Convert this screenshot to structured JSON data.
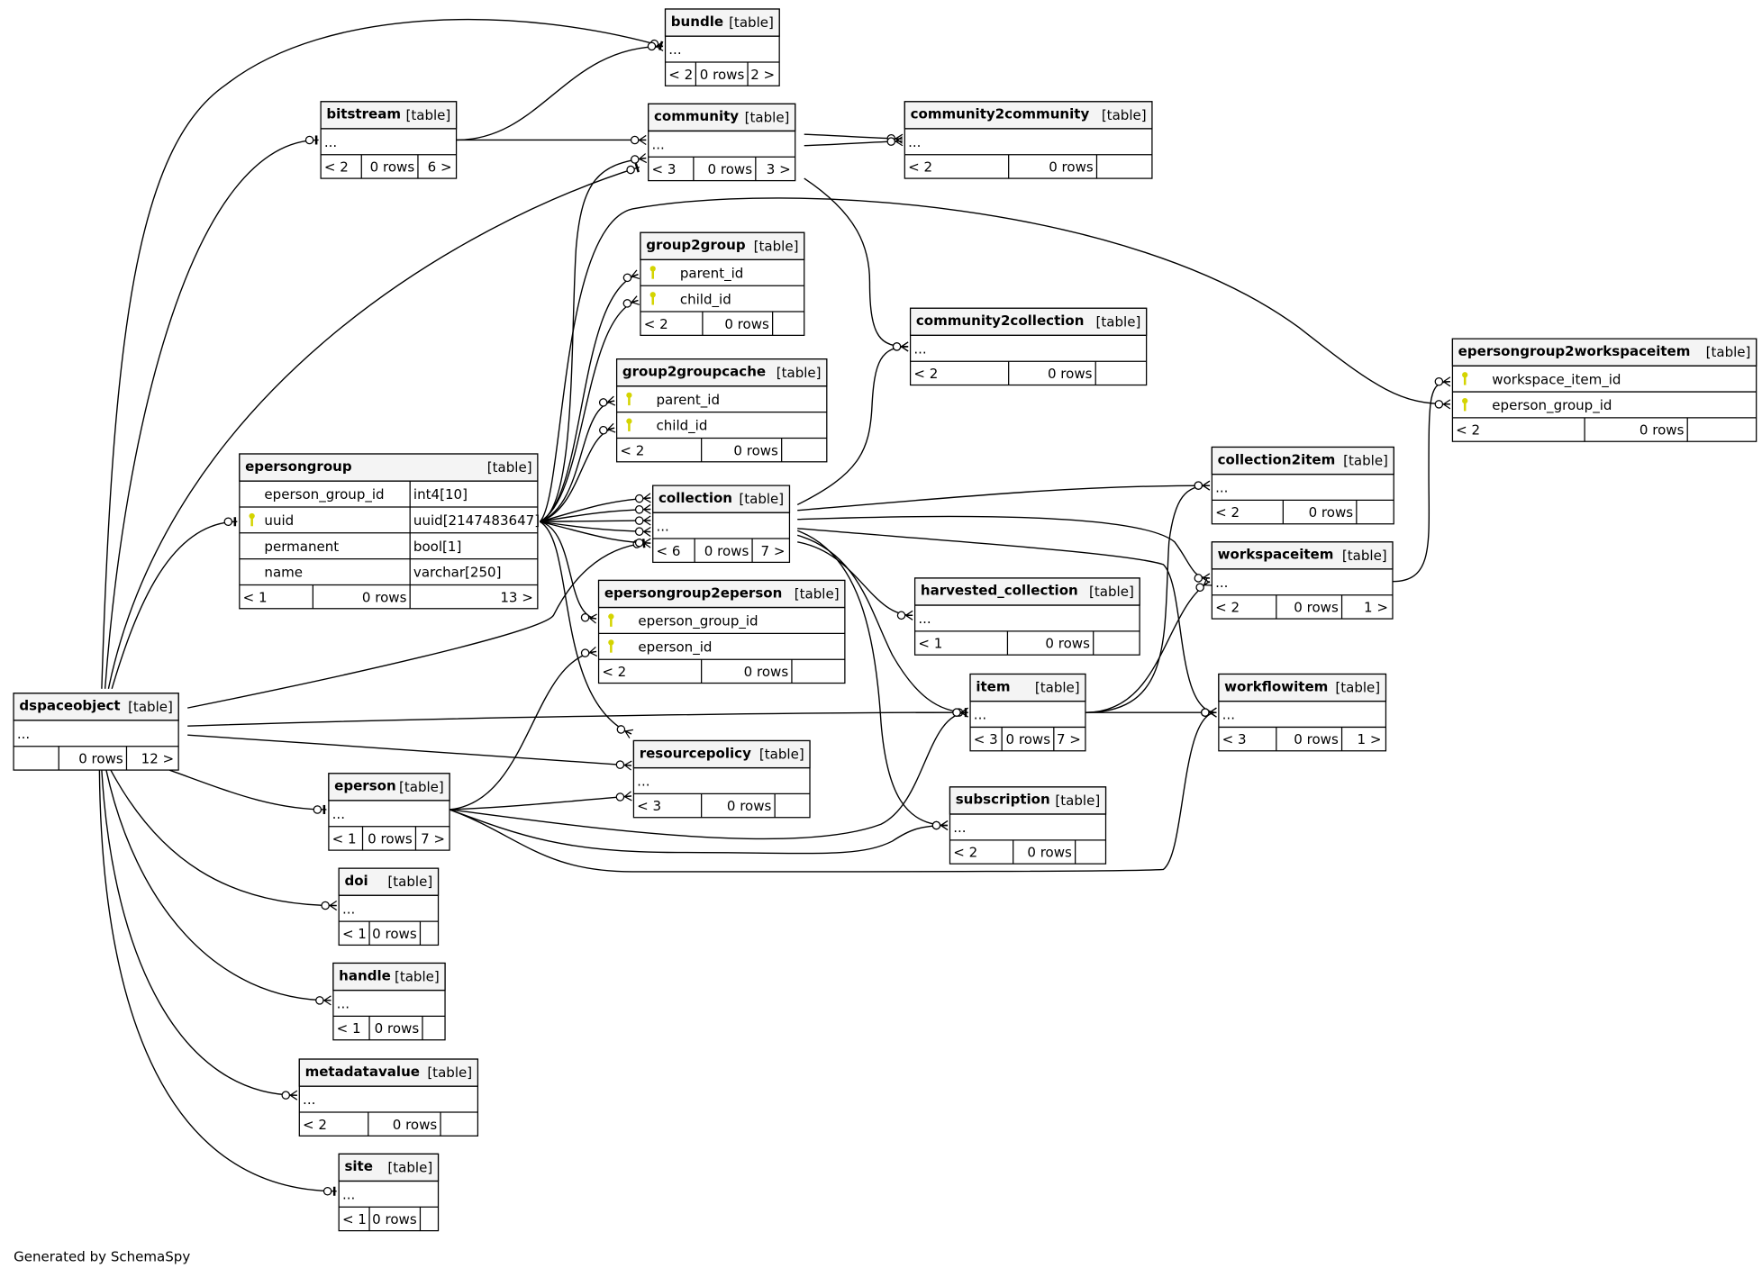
{
  "footer_note": "Generated by SchemaSpy",
  "key_color": "#d4d400",
  "tables": [
    {
      "id": "bundle",
      "name": "bundle",
      "tag": "[table]",
      "rows": [
        {
          "col": "..."
        }
      ],
      "footer": [
        "< 2",
        "0 rows",
        "2 >"
      ]
    },
    {
      "id": "bitstream",
      "name": "bitstream",
      "tag": "[table]",
      "rows": [
        {
          "col": "..."
        }
      ],
      "footer": [
        "< 2",
        "0 rows",
        "6 >"
      ]
    },
    {
      "id": "community",
      "name": "community",
      "tag": "[table]",
      "rows": [
        {
          "col": "..."
        }
      ],
      "footer": [
        "< 3",
        "0 rows",
        "3 >"
      ]
    },
    {
      "id": "community2community",
      "name": "community2community",
      "tag": "[table]",
      "rows": [
        {
          "col": "..."
        }
      ],
      "footer": [
        "< 2",
        "0 rows",
        ""
      ]
    },
    {
      "id": "group2group",
      "name": "group2group",
      "tag": "[table]",
      "rows": [
        {
          "col": "parent_id",
          "key": true
        },
        {
          "col": "child_id",
          "key": true
        }
      ],
      "footer": [
        "< 2",
        "0 rows",
        ""
      ]
    },
    {
      "id": "group2groupcache",
      "name": "group2groupcache",
      "tag": "[table]",
      "rows": [
        {
          "col": "parent_id",
          "key": true
        },
        {
          "col": "child_id",
          "key": true
        }
      ],
      "footer": [
        "< 2",
        "0 rows",
        ""
      ]
    },
    {
      "id": "community2collection",
      "name": "community2collection",
      "tag": "[table]",
      "rows": [
        {
          "col": "..."
        }
      ],
      "footer": [
        "< 2",
        "0 rows",
        ""
      ]
    },
    {
      "id": "epersongroup2workspaceitem",
      "name": "epersongroup2workspaceitem",
      "tag": "[table]",
      "rows": [
        {
          "col": "workspace_item_id",
          "key": true
        },
        {
          "col": "eperson_group_id",
          "key": true
        }
      ],
      "footer": [
        "< 2",
        "0 rows",
        ""
      ]
    },
    {
      "id": "epersongroup",
      "name": "epersongroup",
      "tag": "[table]",
      "rows": [
        {
          "col": "eperson_group_id",
          "type": "int4[10]"
        },
        {
          "col": "uuid",
          "type": "uuid[2147483647]",
          "key": true
        },
        {
          "col": "permanent",
          "type": "bool[1]"
        },
        {
          "col": "name",
          "type": "varchar[250]"
        }
      ],
      "footer": [
        "< 1",
        "0 rows",
        "13 >"
      ]
    },
    {
      "id": "collection",
      "name": "collection",
      "tag": "[table]",
      "rows": [
        {
          "col": "..."
        }
      ],
      "footer": [
        "< 6",
        "0 rows",
        "7 >"
      ]
    },
    {
      "id": "collection2item",
      "name": "collection2item",
      "tag": "[table]",
      "rows": [
        {
          "col": "..."
        }
      ],
      "footer": [
        "< 2",
        "0 rows",
        ""
      ]
    },
    {
      "id": "workspaceitem",
      "name": "workspaceitem",
      "tag": "[table]",
      "rows": [
        {
          "col": "..."
        }
      ],
      "footer": [
        "< 2",
        "0 rows",
        "1 >"
      ]
    },
    {
      "id": "harvested_collection",
      "name": "harvested_collection",
      "tag": "[table]",
      "rows": [
        {
          "col": "..."
        }
      ],
      "footer": [
        "< 1",
        "0 rows",
        ""
      ]
    },
    {
      "id": "epersongroup2eperson",
      "name": "epersongroup2eperson",
      "tag": "[table]",
      "rows": [
        {
          "col": "eperson_group_id",
          "key": true
        },
        {
          "col": "eperson_id",
          "key": true
        }
      ],
      "footer": [
        "< 2",
        "0 rows",
        ""
      ]
    },
    {
      "id": "dspaceobject",
      "name": "dspaceobject",
      "tag": "[table]",
      "rows": [
        {
          "col": "..."
        }
      ],
      "footer": [
        "",
        "0 rows",
        "12 >"
      ]
    },
    {
      "id": "item",
      "name": "item",
      "tag": "[table]",
      "rows": [
        {
          "col": "..."
        }
      ],
      "footer": [
        "< 3",
        "0 rows",
        "7 >"
      ]
    },
    {
      "id": "workflowitem",
      "name": "workflowitem",
      "tag": "[table]",
      "rows": [
        {
          "col": "..."
        }
      ],
      "footer": [
        "< 3",
        "0 rows",
        "1 >"
      ]
    },
    {
      "id": "resourcepolicy",
      "name": "resourcepolicy",
      "tag": "[table]",
      "rows": [
        {
          "col": "..."
        }
      ],
      "footer": [
        "< 3",
        "0 rows",
        ""
      ]
    },
    {
      "id": "eperson",
      "name": "eperson",
      "tag": "[table]",
      "rows": [
        {
          "col": "..."
        }
      ],
      "footer": [
        "< 1",
        "0 rows",
        "7 >"
      ]
    },
    {
      "id": "subscription",
      "name": "subscription",
      "tag": "[table]",
      "rows": [
        {
          "col": "..."
        }
      ],
      "footer": [
        "< 2",
        "0 rows",
        ""
      ]
    },
    {
      "id": "doi",
      "name": "doi",
      "tag": "[table]",
      "rows": [
        {
          "col": "..."
        }
      ],
      "footer": [
        "< 1",
        "0 rows",
        ""
      ]
    },
    {
      "id": "handle",
      "name": "handle",
      "tag": "[table]",
      "rows": [
        {
          "col": "..."
        }
      ],
      "footer": [
        "< 1",
        "0 rows",
        ""
      ]
    },
    {
      "id": "metadatavalue",
      "name": "metadatavalue",
      "tag": "[table]",
      "rows": [
        {
          "col": "..."
        }
      ],
      "footer": [
        "< 2",
        "0 rows",
        ""
      ]
    },
    {
      "id": "site",
      "name": "site",
      "tag": "[table]",
      "rows": [
        {
          "col": "..."
        }
      ],
      "footer": [
        "< 1",
        "0 rows",
        ""
      ]
    }
  ]
}
